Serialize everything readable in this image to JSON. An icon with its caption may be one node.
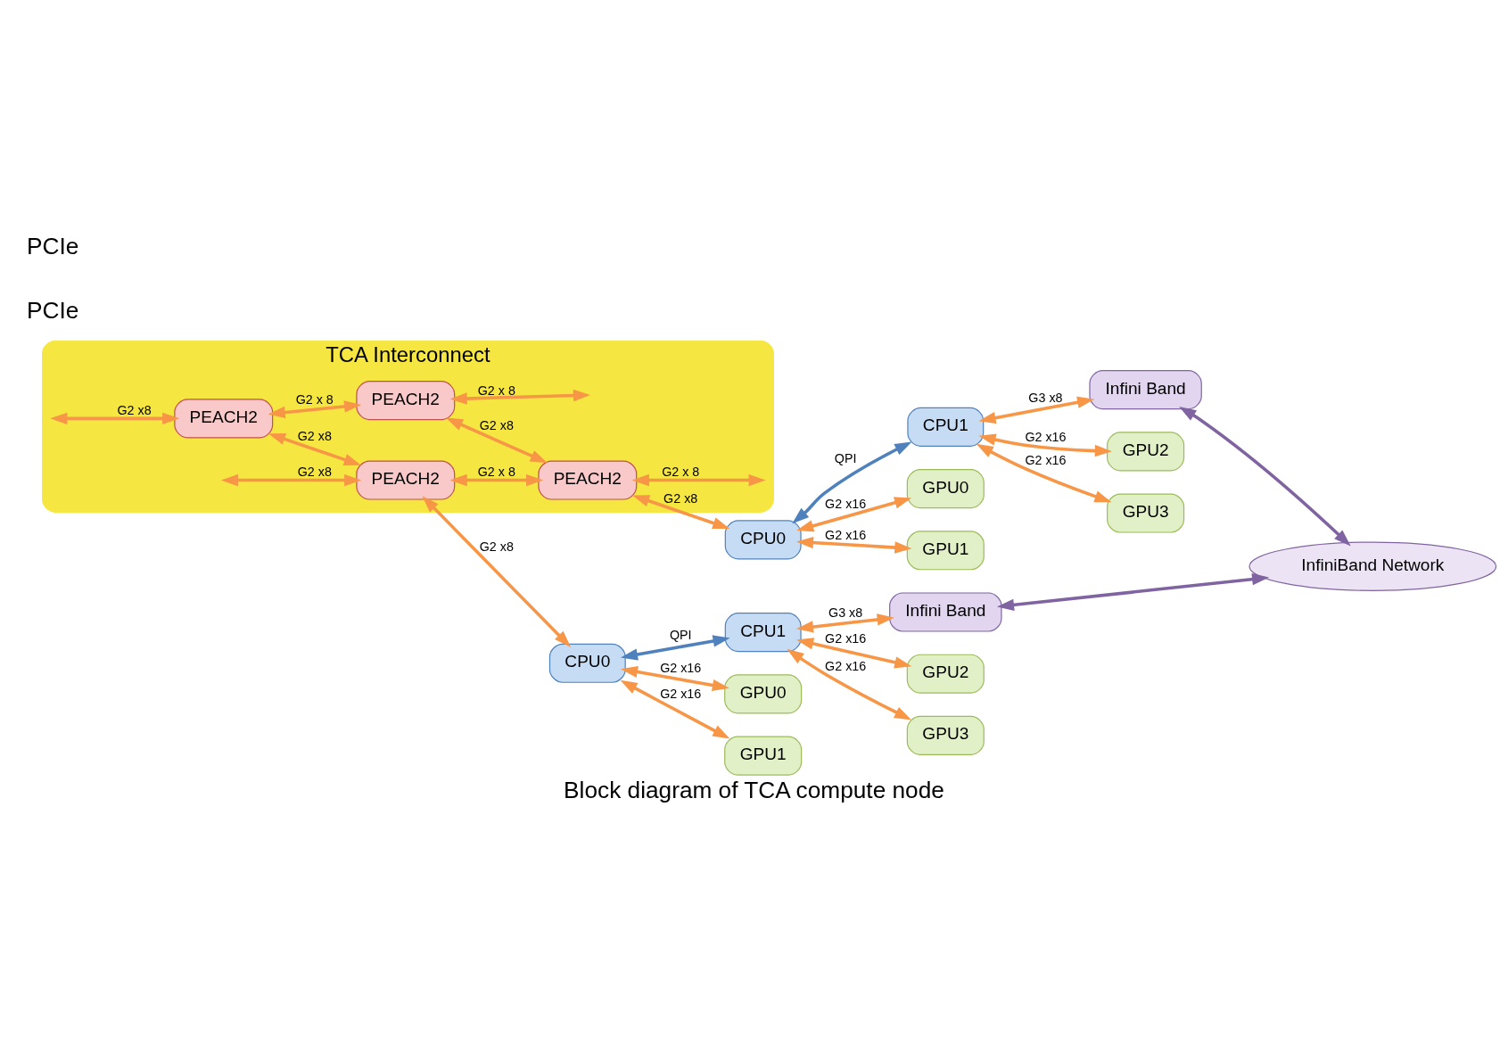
{
  "diagram": {
    "caption": "Block diagram of TCA compute node",
    "nodes": [
      {
        "text": [
          "TCA Interconnect"
        ]
      },
      {
        "text": [
          "PEACH2"
        ],
        "in": 0
      },
      {
        "text": [
          "PEACH2"
        ],
        "in": 0
      },
      {
        "text": [
          "CPU0"
        ]
      },
      {
        "text": [
          "CPU1"
        ]
      },
      {
        "text": [
          "Infini Band"
        ]
      },
      {
        "text": [
          "GPU0"
        ]
      },
      {
        "text": [
          "GPU1"
        ]
      },
      {
        "text": [
          "GPU2"
        ]
      },
      {
        "text": [
          "GPU3"
        ]
      },
      {
        "text": [
          "PEACH2"
        ],
        "in": 0
      },
      {
        "text": [
          "PEACH2"
        ],
        "in": 0
      },
      {
        "text": [
          "CPU0"
        ]
      },
      {
        "text": [
          "CPU1"
        ]
      },
      {
        "text": [
          "Infini Band"
        ]
      },
      {
        "text": [
          "GPU0"
        ]
      },
      {
        "text": [
          "GPU1"
        ]
      },
      {
        "text": [
          "GPU2"
        ]
      },
      {
        "text": [
          "GPU3"
        ]
      },
      {
        "text": [
          "InfiniBand Network"
        ]
      }
    ],
    "edges": [
      {
        "from": null,
        "to": 1,
        "arrow": "both",
        "label": "G2 x8"
      },
      {
        "from": null,
        "to": 2,
        "arrow": "both",
        "label": "G2 x8"
      },
      {
        "from": 1,
        "to": 2,
        "arrow": "both",
        "label": "G2 x8"
      },
      {
        "from": 2,
        "to": 3,
        "arrow": "both",
        "label": "G2 x8"
      },
      {
        "from": 3,
        "to": 4,
        "arrow": "both",
        "label": "QPI",
        "color": "#4f81bd"
      },
      {
        "from": 4,
        "to": 5,
        "arrow": "both",
        "label": "G3 x8"
      },
      {
        "from": 5,
        "to": 19,
        "arrow": "both",
        "color": "#8064a2"
      },
      {
        "from": 3,
        "to": 6,
        "arrow": "both",
        "label": "G2 x16"
      },
      {
        "from": 3,
        "to": 7,
        "arrow": "both",
        "label": "G2 x16"
      },
      {
        "from": 4,
        "to": 8,
        "arrow": "both",
        "label": "G2 x16"
      },
      {
        "from": 4,
        "to": 9,
        "arrow": "both",
        "label": "G2 x16"
      },
      {
        "from": 1,
        "to": 10,
        "arrow": "both",
        "label": "G2 x 8"
      },
      {
        "from": 2,
        "to": 11,
        "arrow": "both",
        "label": "G2 x 8"
      },
      {
        "from": 10,
        "to": 11,
        "arrow": "both",
        "label": "G2 x8"
      },
      {
        "from": 11,
        "to": 12,
        "arrow": "both",
        "label": "G2 x8"
      },
      {
        "from": 12,
        "to": 13,
        "arrow": "both",
        "label": "QPI",
        "color": "#4f81bd"
      },
      {
        "from": 13,
        "to": 14,
        "arrow": "both",
        "label": "G3 x8"
      },
      {
        "from": 14,
        "to": 19,
        "arrow": "both",
        "color": "#8064a2"
      },
      {
        "from": 12,
        "to": 15,
        "arrow": "both",
        "label": "G2 x16"
      },
      {
        "from": 12,
        "to": 16,
        "arrow": "both",
        "label": "G2 x16"
      },
      {
        "from": 13,
        "to": 17,
        "arrow": "both",
        "label": "G2 x16"
      },
      {
        "from": 13,
        "to": 18,
        "arrow": "both",
        "label": "G2 x16"
      },
      {
        "from": 10,
        "to": null,
        "arrow": "both",
        "label": "G2 x 8"
      },
      {
        "from": 11,
        "to": null,
        "arrow": "both",
        "label": "G2 x 8"
      }
    ],
    "labels": [
      "PCIe",
      "PCIe"
    ]
  }
}
